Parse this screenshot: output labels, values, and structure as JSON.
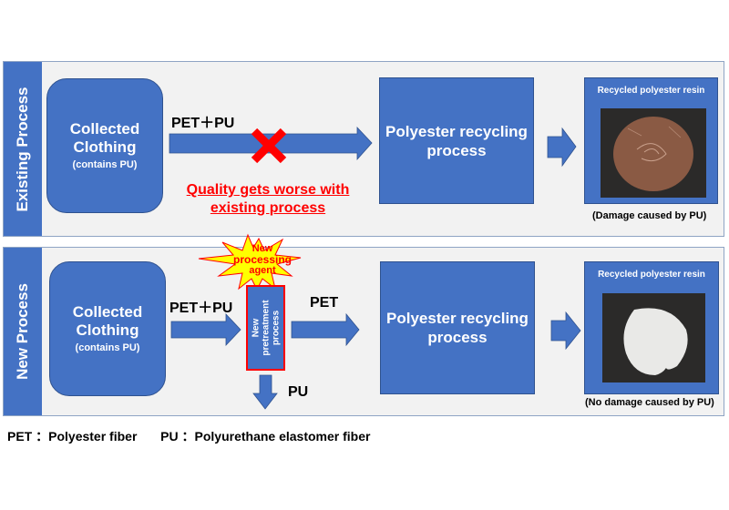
{
  "existing_process": {
    "side_label": "Existing  Process",
    "source_box": {
      "title_line1": "Collected",
      "title_line2": "Clothing",
      "subtitle": "(contains PU)"
    },
    "flow_label": "PET＋PU",
    "warning_line1": "Quality gets worse with",
    "warning_line2": "existing process",
    "recycling_box": {
      "title_line1": "Polyester recycling",
      "title_line2": "process"
    },
    "result_box": {
      "title": "Recycled polyester resin",
      "caption": "(Damage caused by PU)",
      "resin_color": "#8a5a44"
    }
  },
  "new_process": {
    "side_label": "New Process",
    "source_box": {
      "title_line1": "Collected",
      "title_line2": "Clothing",
      "subtitle": "(contains PU)"
    },
    "flow_label_in": "PET＋PU",
    "burst_label_line1": "New",
    "burst_label_line2": "processing",
    "burst_label_line3": "agent",
    "pretreatment_line1": "New",
    "pretreatment_line2": "pretreatment",
    "pretreatment_line3": "process",
    "flow_label_out": "PET",
    "flow_label_removed": "PU",
    "recycling_box": {
      "title_line1": "Polyester recycling",
      "title_line2": "process"
    },
    "result_box": {
      "title": "Recycled polyester resin",
      "caption": "(No damage caused by PU)",
      "resin_color": "#e8e8e8"
    }
  },
  "legend": {
    "pet_abbr": "PET",
    "pet_def": "：Polyester fiber",
    "pu_abbr": "PU",
    "pu_def": "：Polyurethane elastomer fiber"
  },
  "colors": {
    "accent_blue": "#4472c4",
    "warning_red": "#ff0000",
    "burst_yellow": "#ffff00",
    "panel_bg": "#f2f2f2"
  }
}
